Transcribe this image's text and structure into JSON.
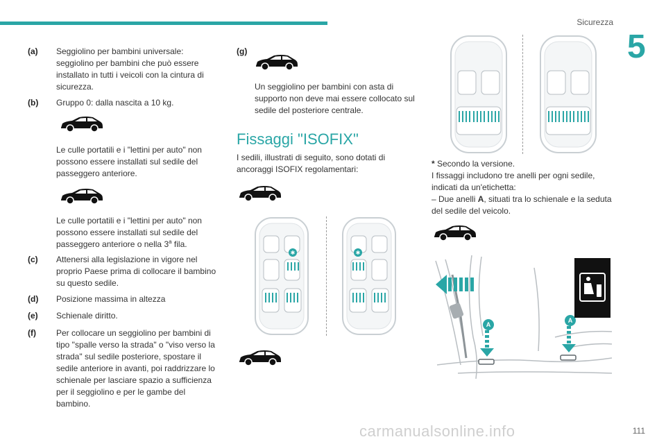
{
  "header": {
    "section_title": "Sicurezza",
    "chapter_number": "5",
    "accent_color": "#2aa6a6"
  },
  "left_column": {
    "a": {
      "label": "(a)",
      "text": "Seggiolino per bambini universale: seggiolino per bambini che può essere installato in tutti i veicoli con la cintura di sicurezza."
    },
    "b": {
      "label": "(b)",
      "text": "Gruppo 0: dalla nascita a 10 kg."
    },
    "b_note1": "Le culle portatili e i \"lettini per auto\" non possono essere installati sul sedile del passeggero anteriore.",
    "b_note2_pre": "Le culle portatili e i \"lettini per auto\" non possono essere installati sul sedile del passeggero anteriore o nella 3",
    "b_note2_sup": "a",
    "b_note2_post": " fila.",
    "c": {
      "label": "(c)",
      "text": "Attenersi alla legislazione in vigore nel proprio Paese prima di collocare il bambino su questo sedile."
    },
    "d": {
      "label": "(d)",
      "text": "Posizione massima in altezza"
    },
    "e": {
      "label": "(e)",
      "text": "Schienale diritto."
    },
    "f": {
      "label": "(f)",
      "text": "Per collocare un seggiolino per bambini di tipo \"spalle verso la strada\" o \"viso verso la strada\" sul sedile posteriore, spostare il sedile anteriore in avanti, poi raddrizzare lo schienale per lasciare spazio a sufficienza per il seggiolino e per le gambe del bambino."
    }
  },
  "middle_column": {
    "g_label": "(g)",
    "g_text": "Un seggiolino per bambini con asta di supporto non deve mai essere collocato sul sedile del posteriore centrale.",
    "heading": "Fissaggi \"ISOFIX\"",
    "intro": "I sedili, illustrati di seguito, sono dotati di ancoraggi ISOFIX regolamentari:"
  },
  "right_column": {
    "asterisk": "*",
    "version_note": " Secondo la versione.",
    "rings_text": "I fissaggi includono tre anelli per ogni sedile, indicati da un'etichetta:",
    "dash_pre": "–  Due anelli ",
    "dash_bold": "A",
    "dash_post": ", situati tra lo schienale e la seduta del sedile del veicolo.",
    "marker_a": "A"
  },
  "footer": {
    "page_number": "111",
    "watermark": "carmanualsonline.info"
  }
}
